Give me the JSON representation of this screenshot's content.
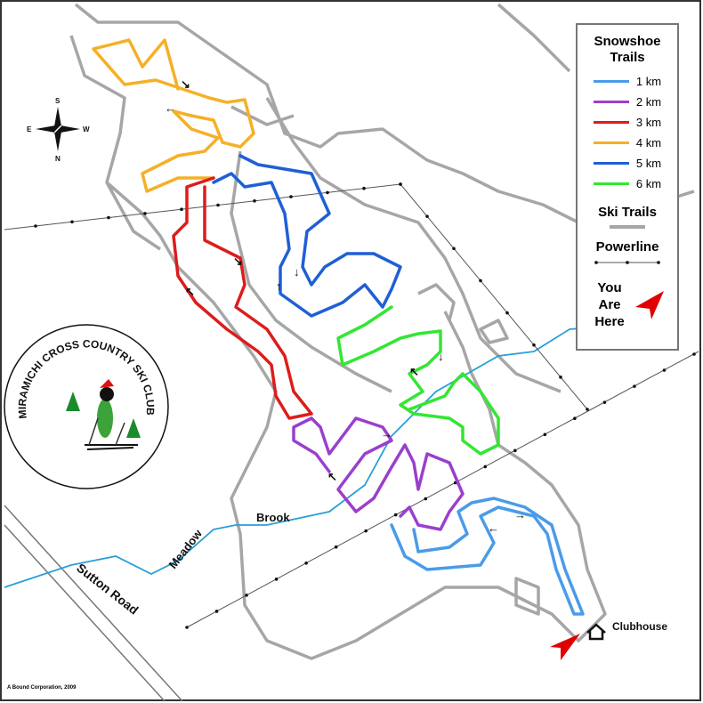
{
  "legend": {
    "title": "Snowshoe Trails",
    "trails": [
      {
        "label": "1 km",
        "color": "#4a9be8"
      },
      {
        "label": "2 km",
        "color": "#9a3fcc"
      },
      {
        "label": "3 km",
        "color": "#dd1c1c"
      },
      {
        "label": "4 km",
        "color": "#f5b027"
      },
      {
        "label": "5 km",
        "color": "#1f5fd6"
      },
      {
        "label": "6 km",
        "color": "#33e633"
      }
    ],
    "ski_trails": "Ski Trails",
    "powerline": "Powerline",
    "you_are_here": "You Are Here"
  },
  "labels": {
    "meadow": "Meadow",
    "brook": "Brook",
    "road": "Sutton Road",
    "clubhouse": "Clubhouse",
    "logo": "MIRAMICHI CROSS COUNTRY SKI CLUB",
    "credit": "A Bound Corporation, 2009"
  },
  "compass": {
    "n": "N",
    "s": "S",
    "e": "E",
    "w": "W"
  },
  "colors": {
    "ski_trail": "#a6a6a6",
    "brook": "#2a9fd6",
    "you_are_here": "#e00000"
  }
}
